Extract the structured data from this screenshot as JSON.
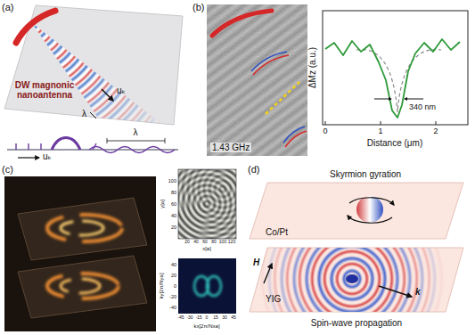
{
  "diagram": {
    "labels": [
      "(a)",
      "DW magnonic nanoantenna",
      "uₖ",
      "λ",
      "λ",
      "uₖ",
      "(b)",
      "1.43 GHz",
      "ΔMz (a.u.)",
      "340 nm",
      "0",
      "1",
      "2",
      "Distance (μm)",
      "(c)",
      "y[a]",
      "x[a]",
      "20",
      "40",
      "60",
      "80",
      "100",
      "20",
      "40",
      "60",
      "80",
      "100",
      "120",
      "ky[2π/Nya]",
      "kx[2π/Nxa]",
      "40",
      "20",
      "0",
      "-20",
      "-40",
      "-45",
      "-30",
      "-15",
      "0",
      "15",
      "30",
      "45",
      "(d)",
      "Skyrmion gyration",
      "Co/Pt",
      "H",
      "k",
      "YIG",
      "Spin-wave propagation"
    ]
  }
}
